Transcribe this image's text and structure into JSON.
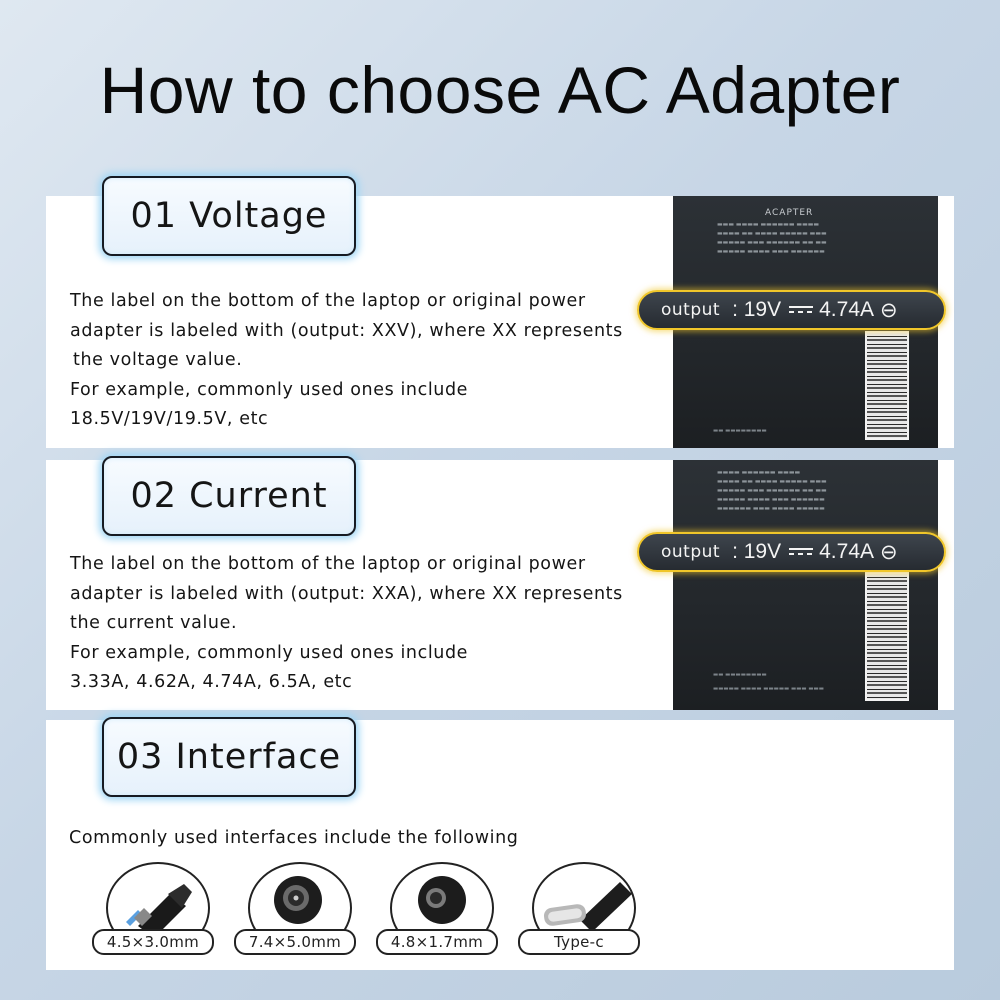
{
  "title": "How to choose AC Adapter",
  "sections": [
    {
      "badge": "01 Voltage",
      "lines": [
        "The label on the bottom of the laptop or original power",
        "adapter is labeled with (output: XXV), where XX represents",
        "the voltage value.",
        "For example, commonly used ones include",
        "18.5V/19V/19.5V, etc"
      ]
    },
    {
      "badge": "02 Current",
      "lines": [
        "The label on the bottom of the laptop or original power",
        "adapter is labeled with (output: XXA), where XX represents",
        "the current value.",
        "For example, commonly used ones include",
        "3.33A, 4.62A, 4.74A, 6.5A, etc"
      ]
    },
    {
      "badge": "03 Interface",
      "lines": [
        "Commonly used interfaces include the following"
      ]
    }
  ],
  "adapter_label": {
    "heading": "ACAPTER",
    "output_label": "output",
    "output_voltage": ": 19V",
    "output_current": "4.74A",
    "polarity_symbol": "⊖"
  },
  "interfaces": [
    {
      "label": "4.5×3.0mm",
      "icon": "barrel-plug-blue-tip-icon"
    },
    {
      "label": "7.4×5.0mm",
      "icon": "barrel-plug-center-pin-icon"
    },
    {
      "label": "4.8×1.7mm",
      "icon": "barrel-plug-icon"
    },
    {
      "label": "Type-c",
      "icon": "usb-c-plug-icon"
    }
  ],
  "colors": {
    "background": "#c7d6e6",
    "badge_glow": "#9fd6f5",
    "highlight_border": "#f0c62a",
    "adapter_body": "#262b30"
  }
}
